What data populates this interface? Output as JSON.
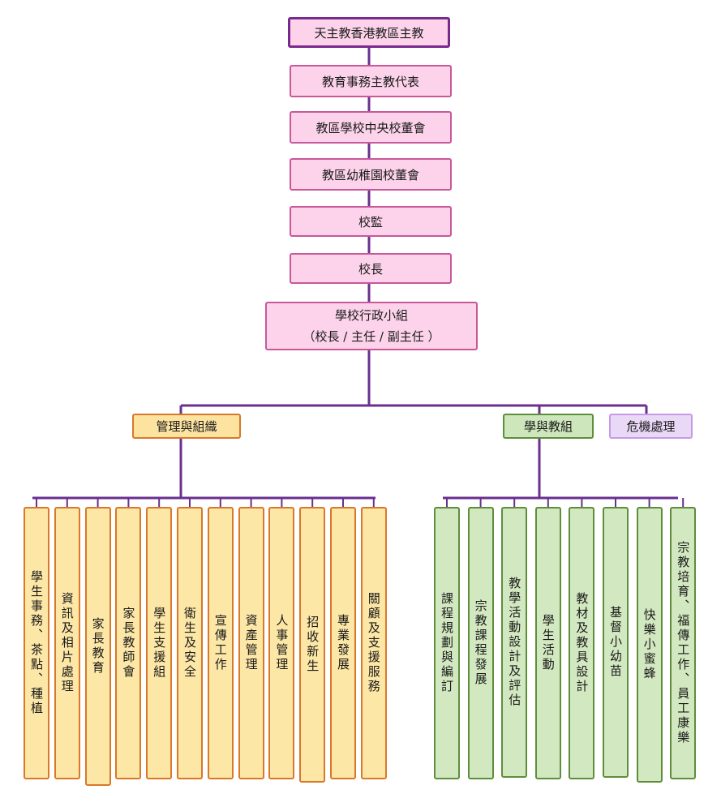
{
  "chart": {
    "chain": [
      "天主教香港教區主教",
      "教育事務主教代表",
      "教區學校中央校董會",
      "教區幼稚園校董會",
      "校監",
      "校長"
    ],
    "exec_line1": "學校行政小組",
    "exec_line2": "（校長 / 主任 / 副主任 ）",
    "management": {
      "label": "管理與組織",
      "items": [
        "學生事務、茶點、種植",
        "資訊及相片處理",
        "家長教育",
        "家長教師會",
        "學生支援組",
        "衛生及安全",
        "宣傳工作",
        "資產管理",
        "人事管理",
        "招收新生",
        "專業發展",
        "關顧及支援服務"
      ]
    },
    "teaching": {
      "label": "學與教組",
      "items": [
        "課程規劃與編訂",
        "宗教課程發展",
        "教學活動設計及評估",
        "學生活動",
        "教材及教具設計",
        "基督小幼苗",
        "快樂小蜜蜂",
        "宗教培育、福傳工作、員工康樂"
      ]
    },
    "crisis": {
      "label": "危機處理"
    }
  },
  "colors": {
    "line": "#6a2f8f",
    "pink_fill": "#fcd3ea",
    "management_fill": "#fde3a0",
    "teaching_fill": "#cde6bb",
    "crisis_fill": "#ead8f7"
  }
}
